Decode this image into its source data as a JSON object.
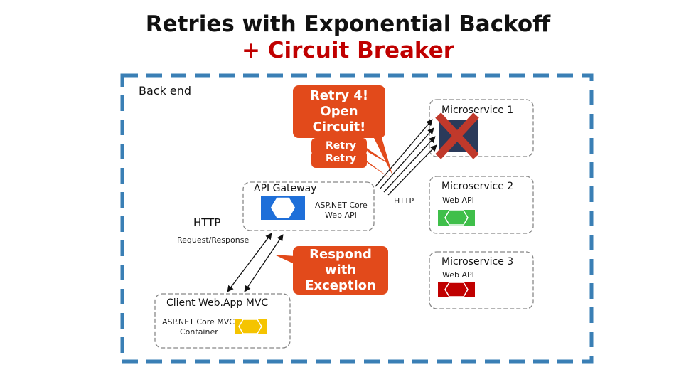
{
  "title": {
    "line1": "Retries with Exponential Backoff",
    "line2": "+ Circuit Breaker"
  },
  "backend": {
    "label": "Back end"
  },
  "gateway": {
    "title": "API Gateway",
    "subtitle_line1": "ASP.NET Core",
    "subtitle_line2": "Web API"
  },
  "client": {
    "title": "Client Web.App MVC",
    "subtitle_line1": "ASP.NET Core MVC",
    "subtitle_line2": "Container"
  },
  "microservices": [
    {
      "title": "Microservice 1",
      "subtitle": ""
    },
    {
      "title": "Microservice 2",
      "subtitle": "Web API"
    },
    {
      "title": "Microservice 3",
      "subtitle": "Web API"
    }
  ],
  "links": {
    "http_left": "HTTP",
    "request_response": "Request/Response",
    "http_right": "HTTP"
  },
  "callouts": {
    "retry_line1": "Retry 4!",
    "retry_line2": "Open Circuit!",
    "respond_line1": "Respond with",
    "respond_line2": "Exception",
    "faded_retries": [
      "Retry",
      "Retry"
    ]
  },
  "colors": {
    "dash_border": "#3a7fb5",
    "box_border": "#888888",
    "hex_blue": "#1e6fd9",
    "hex_dark": "#2b3a5a",
    "hex_green": "#3fbf4a",
    "hex_red": "#c00000",
    "hex_yellow": "#f5c400",
    "accent": "#e24a1b",
    "x_mark": "#c0392b",
    "title_red": "#c00000"
  },
  "icons": {
    "gateway": "hexagon-blue-icon",
    "ms1": "hexagon-dark-icon",
    "ms2": "hexagon-green-icon",
    "ms3": "hexagon-red-icon",
    "client": "hexagon-yellow-icon",
    "failure": "x-mark-icon"
  }
}
